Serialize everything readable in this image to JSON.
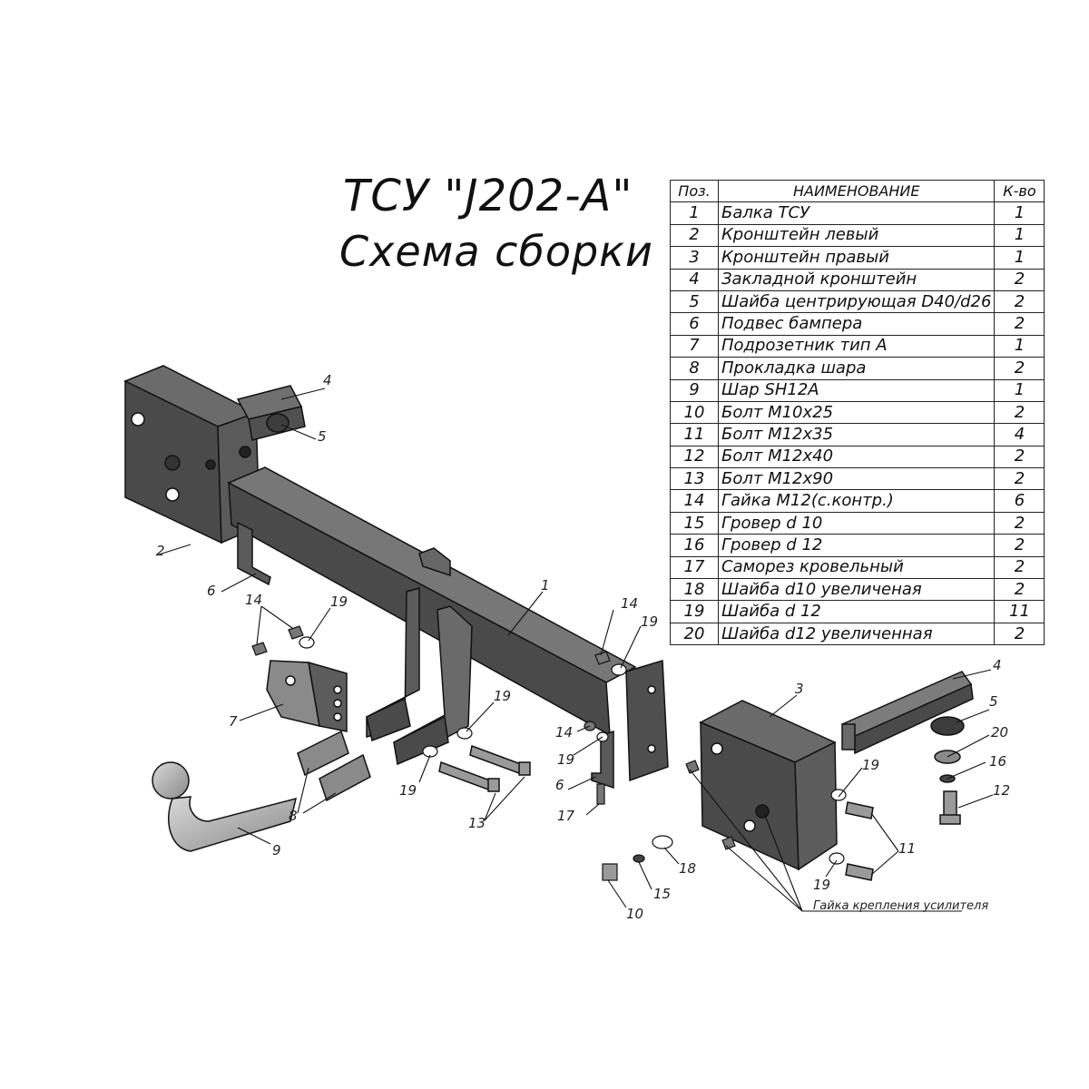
{
  "title_line1": "ТСУ \"J202-A\"",
  "title_line2": "Схема сборки",
  "table": {
    "headers": [
      "Поз.",
      "НАИМЕНОВАНИЕ",
      "К-во"
    ],
    "rows": [
      {
        "pos": "1",
        "name": "Балка ТСУ",
        "qty": "1"
      },
      {
        "pos": "2",
        "name": "Кронштейн левый",
        "qty": "1"
      },
      {
        "pos": "3",
        "name": "Кронштейн правый",
        "qty": "1"
      },
      {
        "pos": "4",
        "name": "Закладной кронштейн",
        "qty": "2"
      },
      {
        "pos": "5",
        "name": "Шайба центрирующая D40/d26",
        "qty": "2"
      },
      {
        "pos": "6",
        "name": "Подвес бампера",
        "qty": "2"
      },
      {
        "pos": "7",
        "name": "Подрозетник тип А",
        "qty": "1"
      },
      {
        "pos": "8",
        "name": "Прокладка шара",
        "qty": "2"
      },
      {
        "pos": "9",
        "name": "Шар SH12A",
        "qty": "1"
      },
      {
        "pos": "10",
        "name": "Болт М10х25",
        "qty": "2"
      },
      {
        "pos": "11",
        "name": "Болт М12х35",
        "qty": "4"
      },
      {
        "pos": "12",
        "name": "Болт М12х40",
        "qty": "2"
      },
      {
        "pos": "13",
        "name": "Болт М12х90",
        "qty": "2"
      },
      {
        "pos": "14",
        "name": "Гайка М12(с.контр.)",
        "qty": "6"
      },
      {
        "pos": "15",
        "name": "Гровер d 10",
        "qty": "2"
      },
      {
        "pos": "16",
        "name": "Гровер d 12",
        "qty": "2"
      },
      {
        "pos": "17",
        "name": "Саморез кровельный",
        "qty": "2"
      },
      {
        "pos": "18",
        "name": "Шайба d10 увеличеная",
        "qty": "2"
      },
      {
        "pos": "19",
        "name": "Шайба d 12",
        "qty": "11"
      },
      {
        "pos": "20",
        "name": "Шайба d12 увеличенная",
        "qty": "2"
      }
    ]
  },
  "callouts": {
    "c1": "1",
    "c2": "2",
    "c3": "3",
    "c4a": "4",
    "c4b": "4",
    "c5a": "5",
    "c5b": "5",
    "c6a": "6",
    "c6b": "6",
    "c7": "7",
    "c8": "8",
    "c9": "9",
    "c10": "10",
    "c11": "11",
    "c12": "12",
    "c13": "13",
    "c14a": "14",
    "c14b": "14",
    "c14c": "14",
    "c15": "15",
    "c16": "16",
    "c17": "17",
    "c18": "18",
    "c19a": "19",
    "c19b": "19",
    "c19c": "19",
    "c19d": "19",
    "c19e": "19",
    "c19f": "19",
    "c19g": "19",
    "c20": "20"
  },
  "note_nuts": "Гайка крепления усилителя",
  "colors": {
    "metal_dark": "#4a4a4a",
    "metal_mid": "#6e6e6e",
    "metal_light": "#8c8c8c",
    "ball": "#b4b4b4",
    "line": "#111111"
  }
}
